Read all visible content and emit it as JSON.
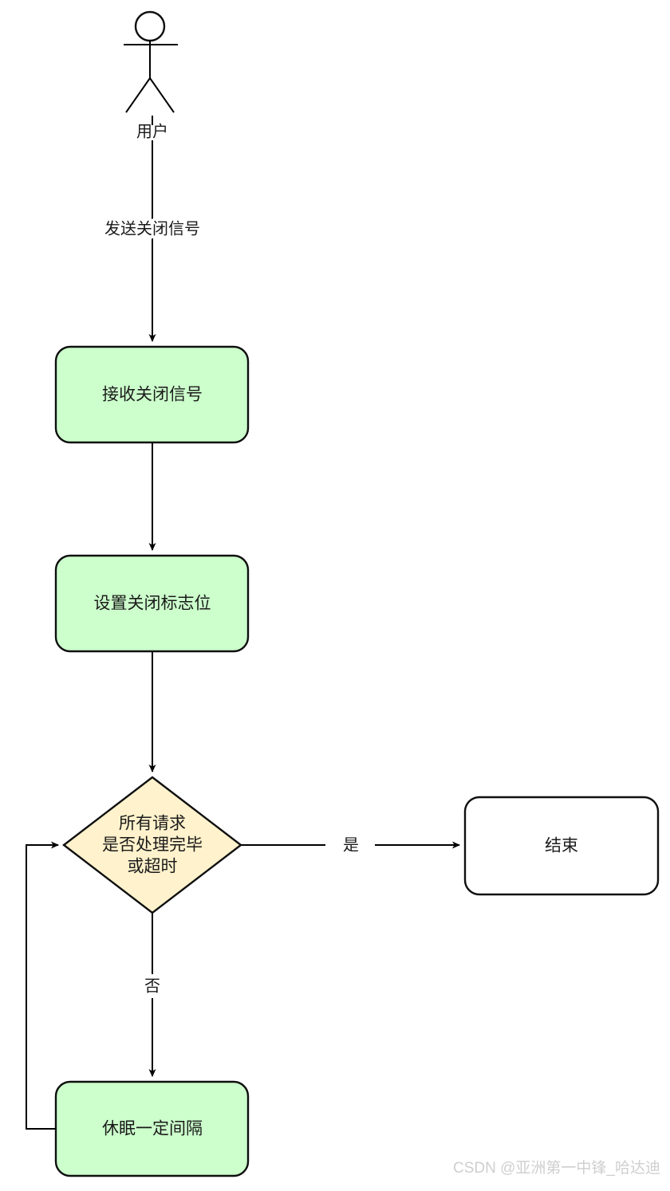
{
  "diagram": {
    "type": "flowchart",
    "title_text": "",
    "background": "#ffffff",
    "colors": {
      "process_fill": "#ccffcc",
      "decision_fill": "#fff2cc",
      "terminal_fill": "#ffffff",
      "stroke": "#0f0f0f",
      "text": "#1a1a1a",
      "watermark": "#cfcfcf"
    },
    "actor": {
      "name": "actor-user",
      "label": "用户",
      "icon": "stick-figure-icon"
    },
    "nodes": [
      {
        "id": "receive",
        "shape": "rounded-rect",
        "label": "接收关闭信号",
        "fill": "#ccffcc"
      },
      {
        "id": "setflag",
        "shape": "rounded-rect",
        "label": "设置关闭标志位",
        "fill": "#ccffcc"
      },
      {
        "id": "decision",
        "shape": "diamond",
        "fill": "#fff2cc",
        "label_lines": [
          "所有请求",
          "是否处理完毕",
          "或超时"
        ]
      },
      {
        "id": "end",
        "shape": "rounded-rect",
        "label": "结束",
        "fill": "#ffffff"
      },
      {
        "id": "sleep",
        "shape": "rounded-rect",
        "label": "休眠一定间隔",
        "fill": "#ccffcc"
      }
    ],
    "edges": [
      {
        "id": "actor-to-receive",
        "from": "actor-user",
        "to": "receive",
        "label": "发送关闭信号"
      },
      {
        "id": "receive-to-setflag",
        "from": "receive",
        "to": "setflag",
        "label": ""
      },
      {
        "id": "setflag-to-decision",
        "from": "setflag",
        "to": "decision",
        "label": ""
      },
      {
        "id": "decision-to-end",
        "from": "decision",
        "to": "end",
        "label": "是"
      },
      {
        "id": "decision-to-sleep",
        "from": "decision",
        "to": "sleep",
        "label": "否"
      },
      {
        "id": "sleep-to-decision",
        "from": "sleep",
        "to": "decision",
        "label": ""
      }
    ]
  },
  "watermark": {
    "text": "CSDN @亚洲第一中锋_哈达迪"
  }
}
